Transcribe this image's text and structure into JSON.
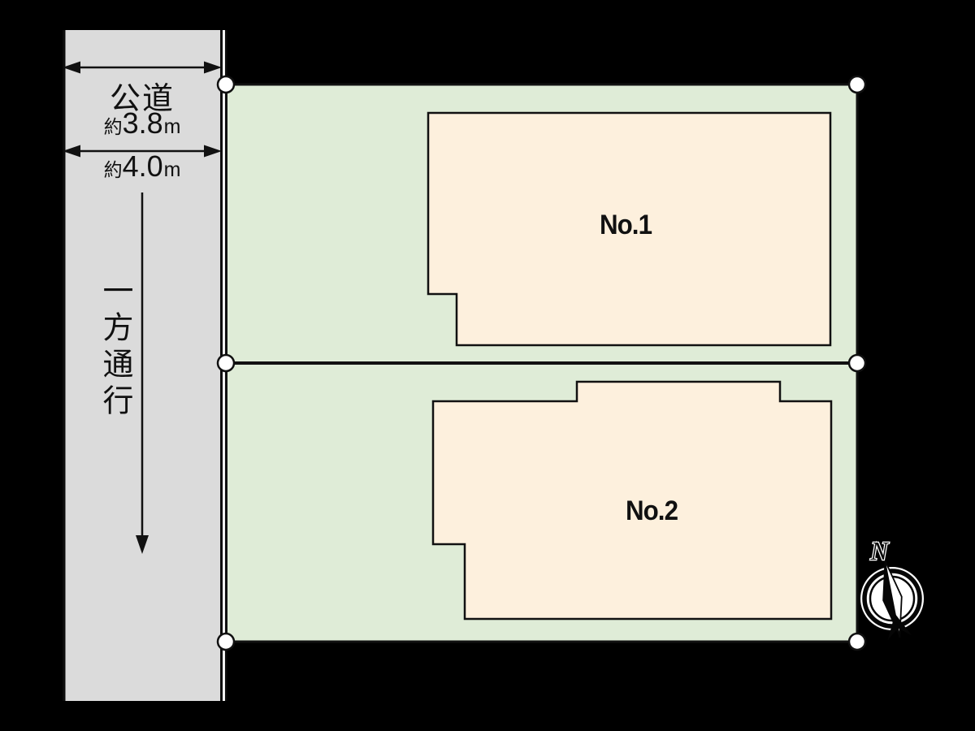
{
  "road": {
    "label": "公道",
    "one_way_label": "一方通行",
    "width_measure_top": {
      "prefix": "約",
      "value": "3.8",
      "unit": "m"
    },
    "width_measure_bottom": {
      "prefix": "約",
      "value": "4.0",
      "unit": "m"
    },
    "fill": "#dbdbdb"
  },
  "plots": {
    "fill": "#dfecd7",
    "building_fill": "#fdf0dd",
    "items": [
      {
        "label": "No.1"
      },
      {
        "label": "No.2"
      }
    ]
  },
  "compass": {
    "north_label": "N"
  },
  "colors": {
    "outline": "#111111",
    "background": "#000000"
  }
}
